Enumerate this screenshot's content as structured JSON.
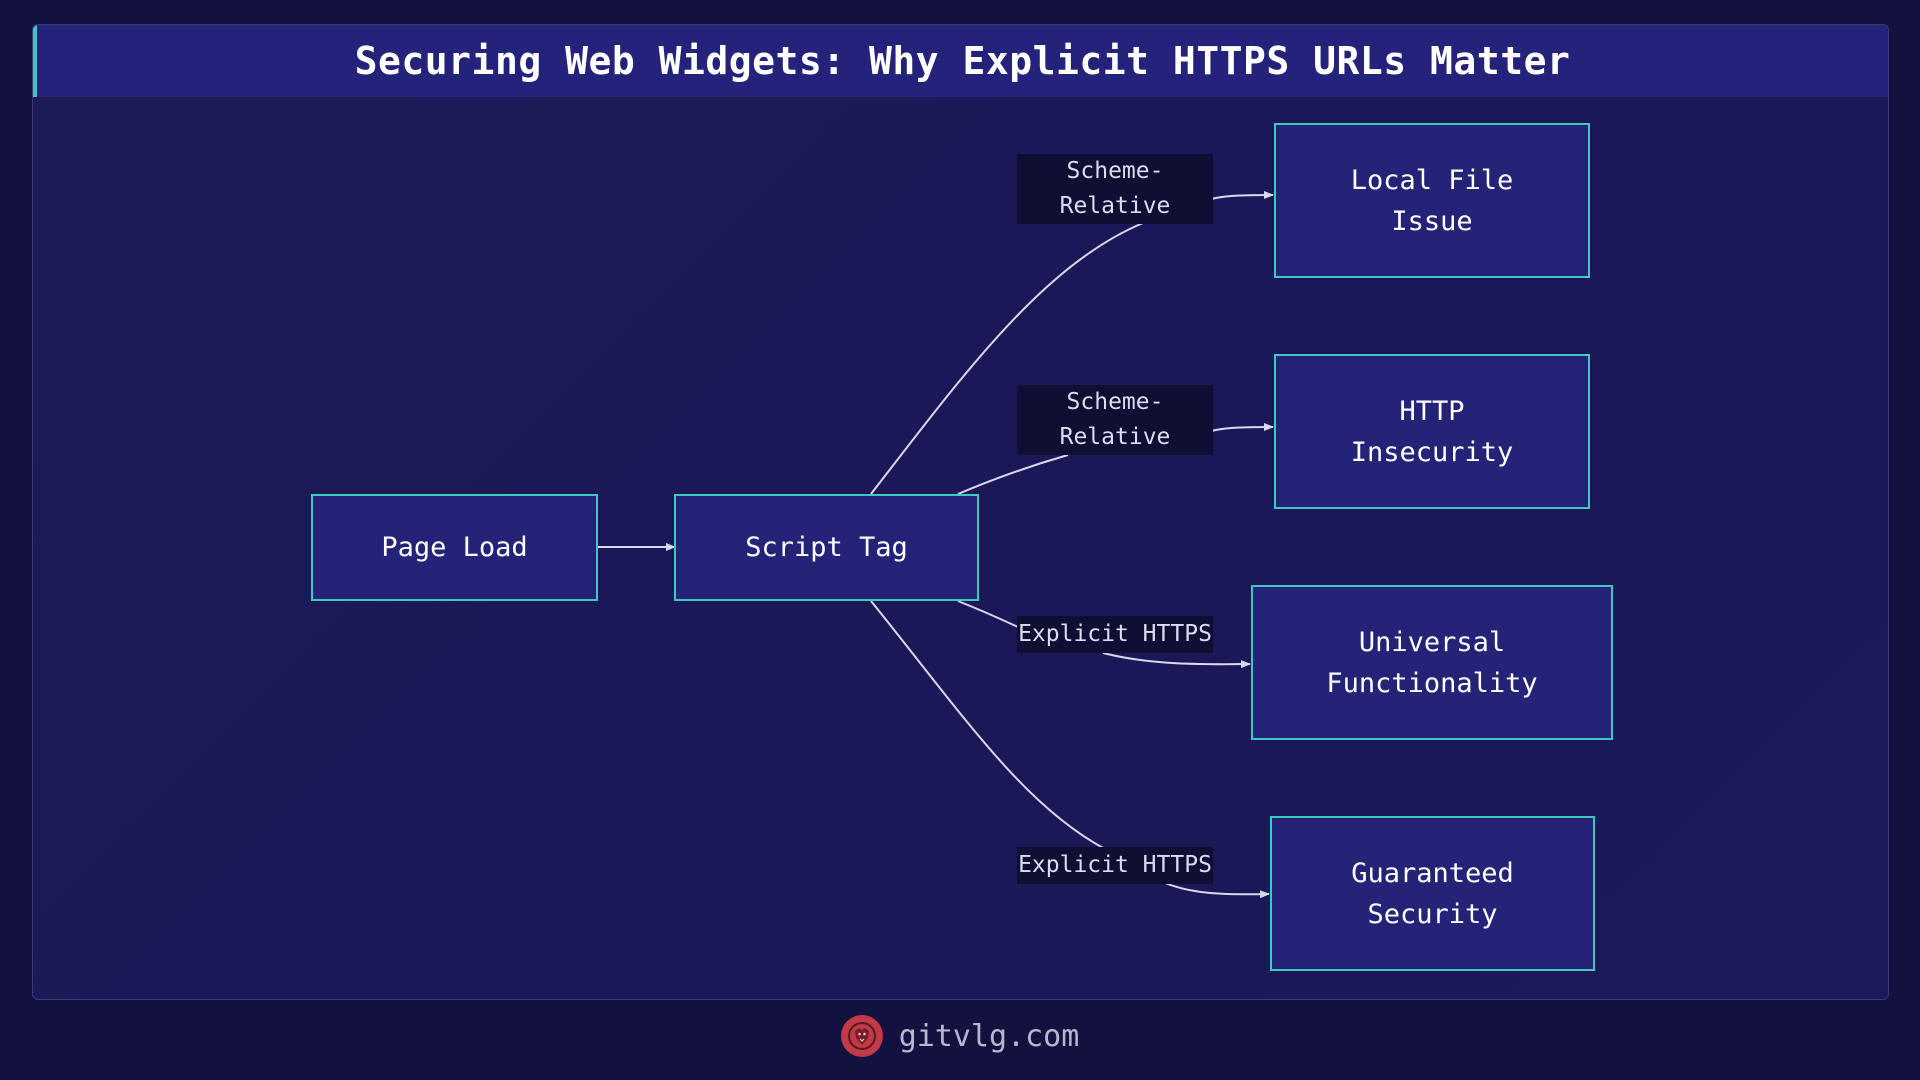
{
  "title": "Securing Web Widgets: Why Explicit HTTPS URLs Matter",
  "nodes": {
    "page_load": "Page Load",
    "script_tag": "Script Tag",
    "local_file": "Local File\nIssue",
    "http_insecurity": "HTTP\nInsecurity",
    "universal": "Universal\nFunctionality",
    "guaranteed": "Guaranteed\nSecurity"
  },
  "edges": {
    "e1": "Scheme-\nRelative",
    "e2": "Scheme-\nRelative",
    "e3": "Explicit HTTPS",
    "e4": "Explicit HTTPS"
  },
  "footer": {
    "site": "gitvlg.com",
    "logo_icon": "lion-logo-icon"
  },
  "colors": {
    "background": "#131140",
    "panel": "#1c1a57",
    "title_bar": "#24227a",
    "node_fill": "#252378",
    "node_border": "#3ec9c0",
    "edge": "#d8d8ec",
    "label_bg": "#0f0e33",
    "logo": "#c23a45"
  }
}
